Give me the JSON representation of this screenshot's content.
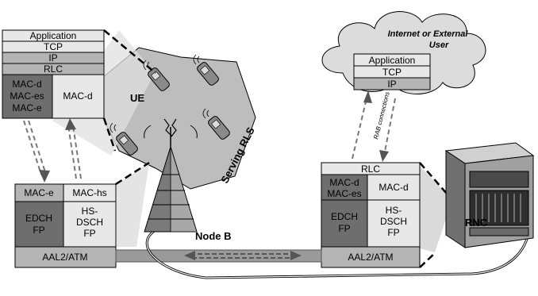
{
  "colors": {
    "light": "#e8e8e8",
    "mid": "#b4b4b4",
    "dark": "#6e6e6e",
    "cloud": "#dcdcdc",
    "area": "#bdbdbd"
  },
  "ue_stack": {
    "application": "Application",
    "tcp": "TCP",
    "ip": "IP",
    "rlc": "RLC",
    "mac_left": [
      "MAC-d",
      "MAC-es",
      "MAC-e"
    ],
    "mac_right": "MAC-d"
  },
  "nodeb_stack": {
    "mac_e": "MAC-e",
    "mac_hs": "MAC-hs",
    "edch_fp": [
      "EDCH",
      "FP"
    ],
    "hsdsch_fp": [
      "HS-",
      "DSCH",
      "FP"
    ],
    "transport": "AAL2/ATM"
  },
  "rnc_stack": {
    "rlc": "RLC",
    "mac_left": [
      "MAC-d",
      "MAC-es"
    ],
    "mac_right": "MAC-d",
    "edch_fp": [
      "EDCH",
      "FP"
    ],
    "hsdsch_fp": [
      "HS-",
      "DSCH",
      "FP"
    ],
    "transport": "AAL2/ATM"
  },
  "internet_stack": {
    "application": "Application",
    "tcp": "TCP",
    "ip": "IP"
  },
  "labels": {
    "ue": "UE",
    "serving_rls": "Serving RLS",
    "node_b": "Node B",
    "rnc": "RNC",
    "internet": [
      "Internet or External",
      "User"
    ],
    "rab": "RAB connections"
  },
  "icons": [
    "mobile-phone-icon",
    "antenna-tower-icon",
    "rnc-rack-icon",
    "cloud-icon"
  ]
}
